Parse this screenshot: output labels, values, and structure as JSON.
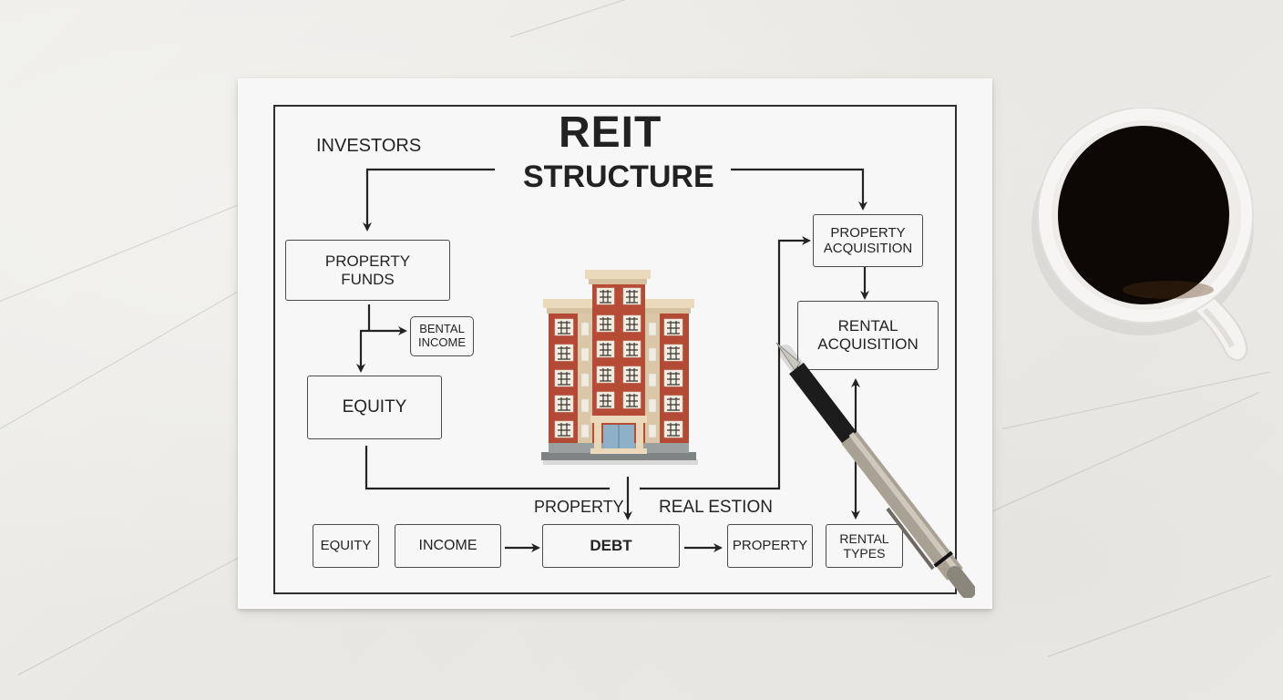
{
  "scene": {
    "background": "white marble desk",
    "colors": {
      "paper": "#f7f7f7",
      "ink": "#232323",
      "frame": "#2e2e2e",
      "brick": "#b24a36",
      "stone_trim": "#e6d5b8",
      "coffee": "#0f0805",
      "pen_metal": "#a9a294"
    }
  },
  "diagram": {
    "title_line1": "REIT",
    "title_line2": "STRUCTURE",
    "investors_label": "INVESTORS",
    "property_label": "PROPERTY",
    "real_estion_label": "REAL ESTION",
    "boxes": {
      "property_funds": [
        "PROPERTY",
        "FUNDS"
      ],
      "bental_income": [
        "BENTAL",
        "INCOME"
      ],
      "equity_main": "EQUITY",
      "property_acquisition": [
        "PROPERTY",
        "ACQUISITION"
      ],
      "rental_acquisition": [
        "RENTAL",
        "ACQUISITION"
      ],
      "equity_bottom": "EQUITY",
      "income_bottom": "INCOME",
      "debt": "DEBT",
      "property_bottom": "PROPERTY",
      "rental_types": [
        "RENTAL",
        "TYPES"
      ]
    }
  },
  "objects": {
    "building_model": "brick apartment building model",
    "coffee_mug": "white mug of black coffee",
    "pen": "silver and black ballpoint pen"
  }
}
